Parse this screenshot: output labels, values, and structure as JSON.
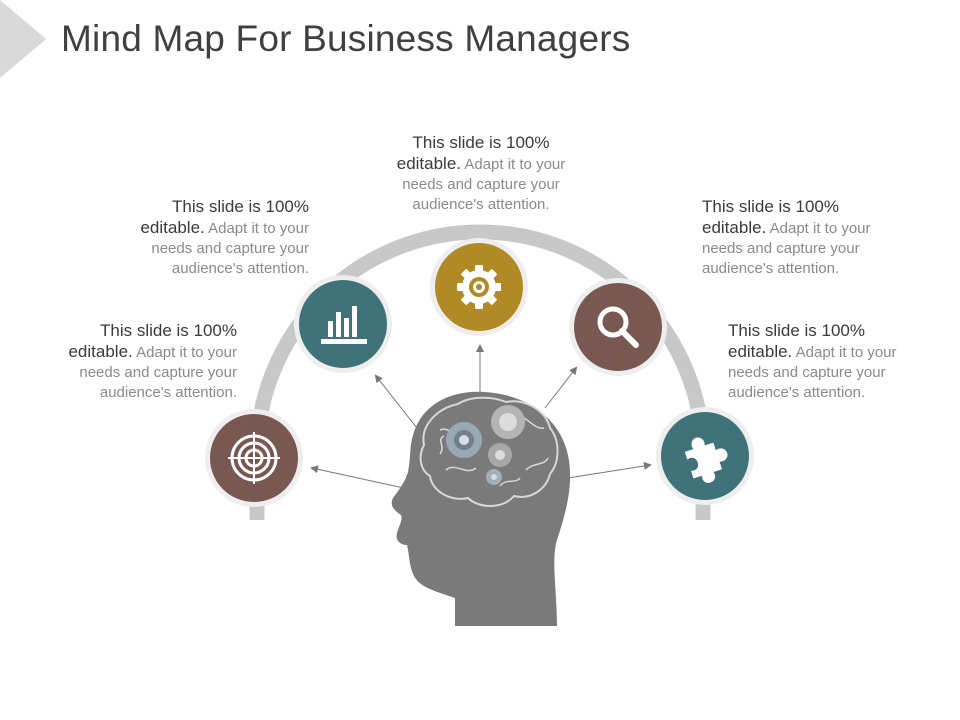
{
  "title": "Mind Map For Business Managers",
  "colors": {
    "brown": "#785850",
    "teal": "#3f7379",
    "gold": "#b08a24",
    "arc": "#c8c8c8",
    "head": "#7a7a7a",
    "arrow": "#777777"
  },
  "nodes": [
    {
      "icon": "target-icon",
      "color": "brown",
      "heading": "This slide is 100%",
      "heading2": "editable.",
      "body1": "Adapt it to your",
      "body2": "needs and capture your",
      "body3": "audience's attention."
    },
    {
      "icon": "bar-chart-icon",
      "color": "teal",
      "heading": "This slide is 100%",
      "heading2": "editable.",
      "body1": "Adapt it to your",
      "body2": "needs and capture your",
      "body3": "audience's attention."
    },
    {
      "icon": "gear-icon",
      "color": "gold",
      "heading": "This slide is 100%",
      "heading2": "editable.",
      "body1": "Adapt it to your",
      "body2": "needs and capture your",
      "body3": "audience's attention."
    },
    {
      "icon": "magnifier-icon",
      "color": "brown",
      "heading": "This slide is 100%",
      "heading2": "editable.",
      "body1": "Adapt it to your",
      "body2": "needs and capture your",
      "body3": "audience's attention."
    },
    {
      "icon": "puzzle-icon",
      "color": "teal",
      "heading": "This slide is 100%",
      "heading2": "editable.",
      "body1": "Adapt it to your",
      "body2": "needs and capture your",
      "body3": "audience's attention."
    }
  ]
}
